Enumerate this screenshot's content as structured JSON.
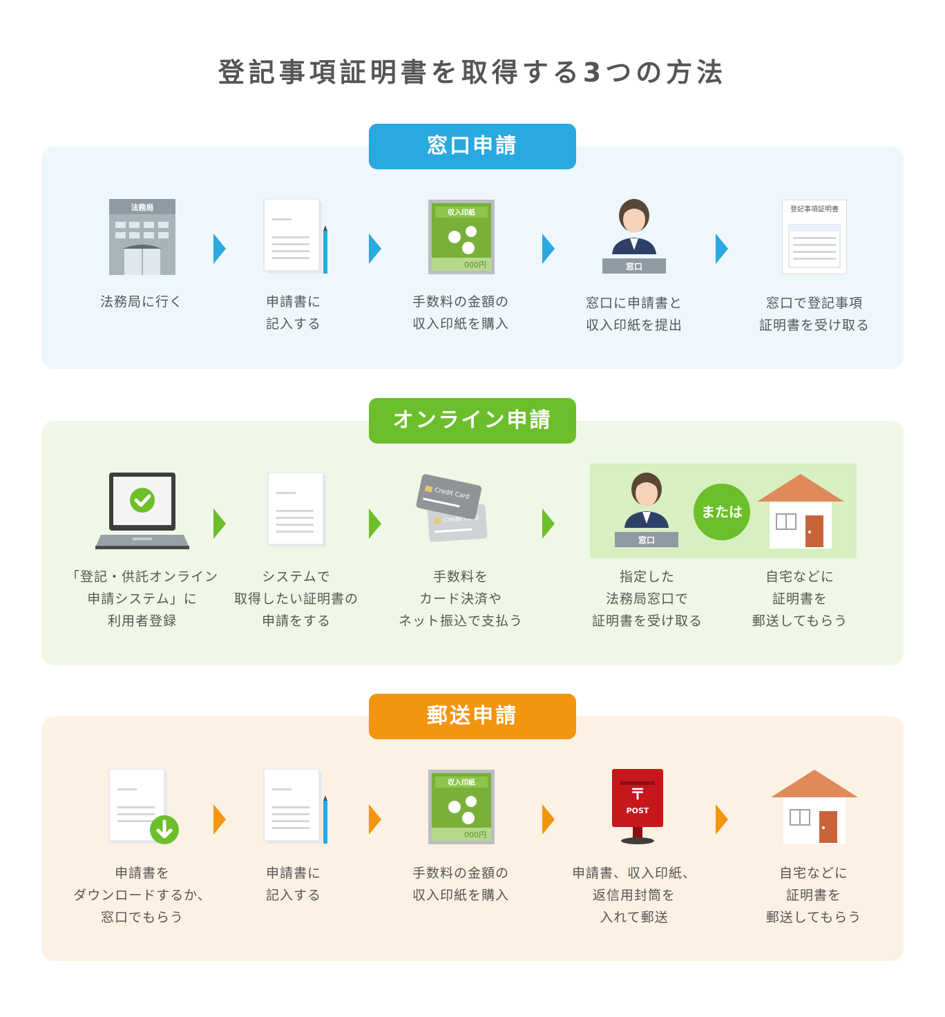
{
  "title": "登記事項証明書を取得する3つの方法",
  "colors": {
    "blue": "#29a9e0",
    "green": "#6cbf2a",
    "orange": "#f4950f",
    "blue_bg": "#eef7fb",
    "green_bg": "#eff8e6",
    "orange_bg": "#fdf1e3"
  },
  "sections": [
    {
      "name": "窓口申請",
      "steps": [
        {
          "lines": [
            "法務局に行く"
          ],
          "icon": "building-icon",
          "icon_label": "法務局"
        },
        {
          "lines": [
            "申請書に",
            "記入する"
          ],
          "icon": "document-pencil-icon"
        },
        {
          "lines": [
            "手数料の金額の",
            "収入印紙を購入"
          ],
          "icon": "revenue-stamp-icon",
          "stamp_label": "収入印紙",
          "stamp_price": "000円"
        },
        {
          "lines": [
            "窓口に申請書と",
            "収入印紙を提出"
          ],
          "icon": "clerk-icon",
          "counter_label": "窓口"
        },
        {
          "lines": [
            "窓口で登記事項",
            "証明書を受け取る"
          ],
          "icon": "certificate-icon",
          "doc_label": "登記事項証明書"
        }
      ]
    },
    {
      "name": "オンライン申請",
      "or_label": "または",
      "steps": [
        {
          "lines": [
            "「登記・供託オンライン",
            "申請システム」に",
            "利用者登録"
          ],
          "icon": "laptop-check-icon"
        },
        {
          "lines": [
            "システムで",
            "取得したい証明書の",
            "申請をする"
          ],
          "icon": "document-icon"
        },
        {
          "lines": [
            "手数料を",
            "カード決済や",
            "ネット振込で支払う"
          ],
          "icon": "credit-card-icon",
          "card_label": "Credit Card"
        },
        {
          "lines": [
            "指定した",
            "法務局窓口で",
            "証明書を受け取る"
          ],
          "icon": "clerk-icon",
          "counter_label": "窓口"
        },
        {
          "lines": [
            "自宅などに",
            "証明書を",
            "郵送してもらう"
          ],
          "icon": "house-icon"
        }
      ]
    },
    {
      "name": "郵送申請",
      "steps": [
        {
          "lines": [
            "申請書を",
            "ダウンロードするか、",
            "窓口でもらう"
          ],
          "icon": "document-download-icon"
        },
        {
          "lines": [
            "申請書に",
            "記入する"
          ],
          "icon": "document-pencil-icon"
        },
        {
          "lines": [
            "手数料の金額の",
            "収入印紙を購入"
          ],
          "icon": "revenue-stamp-icon",
          "stamp_label": "収入印紙",
          "stamp_price": "000円"
        },
        {
          "lines": [
            "申請書、収入印紙、",
            "返信用封筒を",
            "入れて郵送"
          ],
          "icon": "postbox-icon",
          "post_label": "POST",
          "post_mark": "〒"
        },
        {
          "lines": [
            "自宅などに",
            "証明書を",
            "郵送してもらう"
          ],
          "icon": "house-icon"
        }
      ]
    }
  ]
}
